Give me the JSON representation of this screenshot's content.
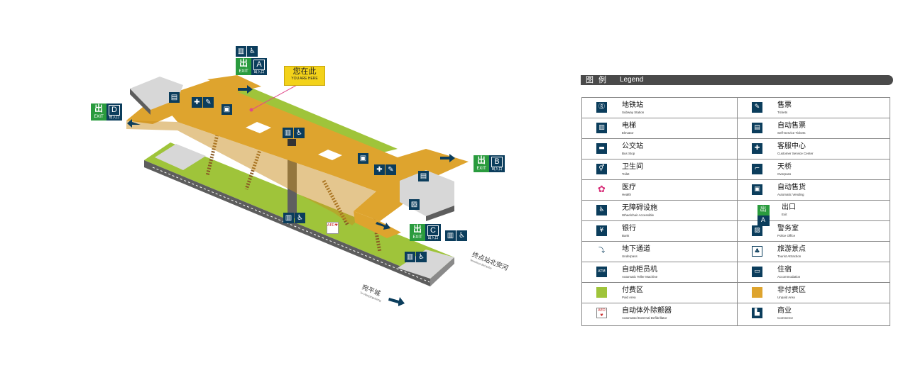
{
  "map": {
    "you_are_here": {
      "cn": "您在此",
      "en": "YOU ARE HERE"
    },
    "exits": [
      {
        "id": "A",
        "exit_cn": "出",
        "exit_en": "EXIT",
        "sub": "出入口"
      },
      {
        "id": "B",
        "exit_cn": "出",
        "exit_en": "EXIT",
        "sub": "出入口"
      },
      {
        "id": "C",
        "exit_cn": "出",
        "exit_en": "EXIT",
        "sub": "出入口"
      },
      {
        "id": "D",
        "exit_cn": "出",
        "exit_en": "EXIT",
        "sub": "出入口"
      }
    ],
    "aed_label": "AED",
    "direction_north": {
      "cn": "终点站北安河",
      "en": "Terminus Bei'anhe"
    },
    "direction_south": {
      "cn": "宛平城",
      "en": "To Wanpingcheng"
    }
  },
  "legend": {
    "title_cn": "图 例",
    "title_en": "Legend",
    "left": [
      {
        "cn": "地铁站",
        "en": "Subway Station",
        "icon": "subway-icon"
      },
      {
        "cn": "电梯",
        "en": "Elevator",
        "icon": "elevator-icon"
      },
      {
        "cn": "公交站",
        "en": "Bus Stop",
        "icon": "bus-icon"
      },
      {
        "cn": "卫生间",
        "en": "Toilet",
        "icon": "toilet-icon"
      },
      {
        "cn": "医疗",
        "en": "Health",
        "icon": "health-icon"
      },
      {
        "cn": "无障碍设施",
        "en": "Wheelchair Accessible",
        "icon": "wheelchair-icon"
      },
      {
        "cn": "银行",
        "en": "Bank",
        "icon": "bank-icon"
      },
      {
        "cn": "地下通道",
        "en": "Underpass",
        "icon": "underpass-icon"
      },
      {
        "cn": "自动柜员机",
        "en": "Automatic Teller Machine",
        "icon": "atm-icon"
      },
      {
        "cn": "付费区",
        "en": "Paid Area",
        "icon": "paid-area-swatch"
      },
      {
        "cn": "自动体外除颤器",
        "en": "Automated External Defibrillator",
        "icon": "aed-icon"
      }
    ],
    "right": [
      {
        "cn": "售票",
        "en": "Tickets",
        "icon": "tickets-icon"
      },
      {
        "cn": "自动售票",
        "en": "Self-Service Tickets",
        "icon": "self-service-tickets-icon"
      },
      {
        "cn": "客服中心",
        "en": "Customer Service Center",
        "icon": "customer-service-icon"
      },
      {
        "cn": "天桥",
        "en": "Overpass",
        "icon": "overpass-icon"
      },
      {
        "cn": "自动售货",
        "en": "Automatic Vending",
        "icon": "vending-icon"
      },
      {
        "cn": "出口",
        "en": "Exit",
        "icon": "exit-icon"
      },
      {
        "cn": "警务室",
        "en": "Police Office",
        "icon": "police-icon"
      },
      {
        "cn": "旅游景点",
        "en": "Tourist Attraction",
        "icon": "tourist-icon"
      },
      {
        "cn": "住宿",
        "en": "Accommodation",
        "icon": "accommodation-icon"
      },
      {
        "cn": "非付费区",
        "en": "Unpaid Area",
        "icon": "unpaid-area-swatch"
      },
      {
        "cn": "商业",
        "en": "Commerce",
        "icon": "commerce-icon"
      }
    ]
  },
  "colors": {
    "paid_area": "#9fc43a",
    "unpaid_area": "#dea42e",
    "exit_green": "#2a9b3e",
    "icon_navy": "#0b3d5c",
    "you_are_here": "#f3d21a"
  }
}
